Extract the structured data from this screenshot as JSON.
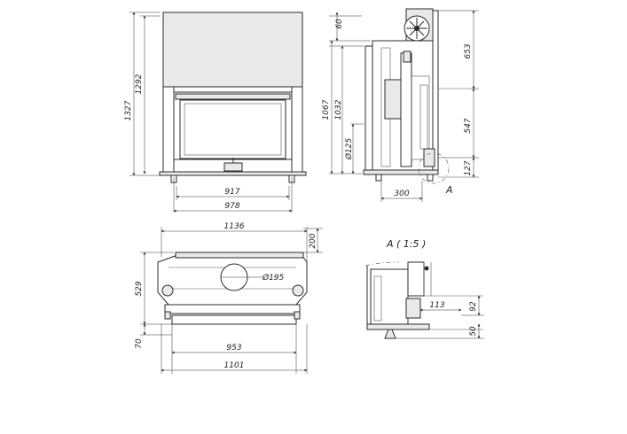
{
  "front_view": {
    "dim_height_total": "1327",
    "dim_height_body": "1292",
    "dim_width_917": "917",
    "dim_width_978": "978"
  },
  "side_view": {
    "dim_60": "60",
    "dim_1067": "1067",
    "dim_1032": "1032",
    "dim_flue": "Ø125",
    "dim_653": "653",
    "dim_547": "547",
    "dim_127": "127",
    "dim_300": "300",
    "detail_ref": "A"
  },
  "top_view": {
    "dim_1136": "1136",
    "dim_200": "200",
    "dim_529": "529",
    "dim_flue": "Ø195",
    "dim_70": "70",
    "dim_953": "953",
    "dim_1101": "1101"
  },
  "detail_view": {
    "title": "A ( 1:5 )",
    "dim_113": "113",
    "dim_92": "92",
    "dim_50": "50"
  }
}
